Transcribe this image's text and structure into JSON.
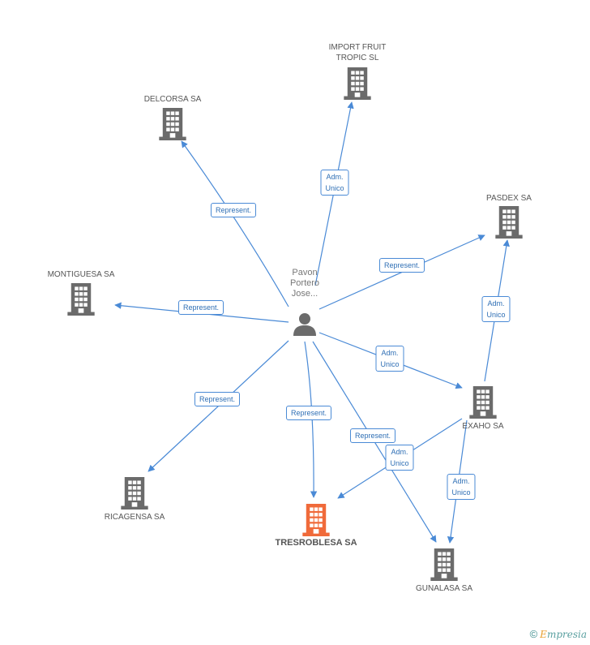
{
  "person": {
    "label_lines": [
      "Pavon",
      "Portero",
      "Jose..."
    ],
    "icon": "person-icon"
  },
  "colors": {
    "edge": "#4a8ad6",
    "company_icon": "#6b6b6b",
    "focus_icon": "#f06a3a",
    "person_icon": "#6b6b6b"
  },
  "nodes": {
    "import_fruit": {
      "label_lines": [
        "IMPORT FRUIT",
        "TROPIC SL"
      ],
      "icon": "building-icon"
    },
    "delcorsa": {
      "label_lines": [
        "DELCORSA SA"
      ],
      "icon": "building-icon"
    },
    "pasdex": {
      "label_lines": [
        "PASDEX SA"
      ],
      "icon": "building-icon"
    },
    "montiguesa": {
      "label_lines": [
        "MONTIGUESA SA"
      ],
      "icon": "building-icon"
    },
    "exaho": {
      "label_lines": [
        "EXAHO SA"
      ],
      "icon": "building-icon"
    },
    "ricagensa": {
      "label_lines": [
        "RICAGENSA SA"
      ],
      "icon": "building-icon"
    },
    "tresroblesa": {
      "label_lines": [
        "TRESROBLESA SA"
      ],
      "icon": "building-icon",
      "focus": true
    },
    "gunalasa": {
      "label_lines": [
        "GUNALASA SA"
      ],
      "icon": "building-icon"
    }
  },
  "edges": [
    {
      "id": "e1",
      "from": "person",
      "to": "import_fruit",
      "label_lines": [
        "Adm.",
        "Unico"
      ]
    },
    {
      "id": "e2",
      "from": "person",
      "to": "delcorsa",
      "label_lines": [
        "Represent."
      ]
    },
    {
      "id": "e3",
      "from": "person",
      "to": "pasdex",
      "label_lines": [
        "Represent."
      ]
    },
    {
      "id": "e4",
      "from": "person",
      "to": "montiguesa",
      "label_lines": [
        "Represent."
      ]
    },
    {
      "id": "e5",
      "from": "person",
      "to": "exaho",
      "label_lines": [
        "Adm.",
        "Unico"
      ]
    },
    {
      "id": "e6",
      "from": "person",
      "to": "ricagensa",
      "label_lines": [
        "Represent."
      ]
    },
    {
      "id": "e7",
      "from": "person",
      "to": "tresroblesa",
      "label_lines": [
        "Represent."
      ]
    },
    {
      "id": "e8",
      "from": "person",
      "to": "gunalasa",
      "label_lines": [
        "Represent."
      ]
    },
    {
      "id": "e9",
      "from": "exaho",
      "to": "pasdex",
      "label_lines": [
        "Adm.",
        "Unico"
      ]
    },
    {
      "id": "e10",
      "from": "exaho",
      "to": "tresroblesa",
      "label_lines": [
        "Adm.",
        "Unico"
      ]
    },
    {
      "id": "e11",
      "from": "exaho",
      "to": "gunalasa",
      "label_lines": [
        "Adm.",
        "Unico"
      ]
    }
  ],
  "footer": {
    "copyright": "©",
    "brand_first": "E",
    "brand_rest": "mpresia"
  }
}
